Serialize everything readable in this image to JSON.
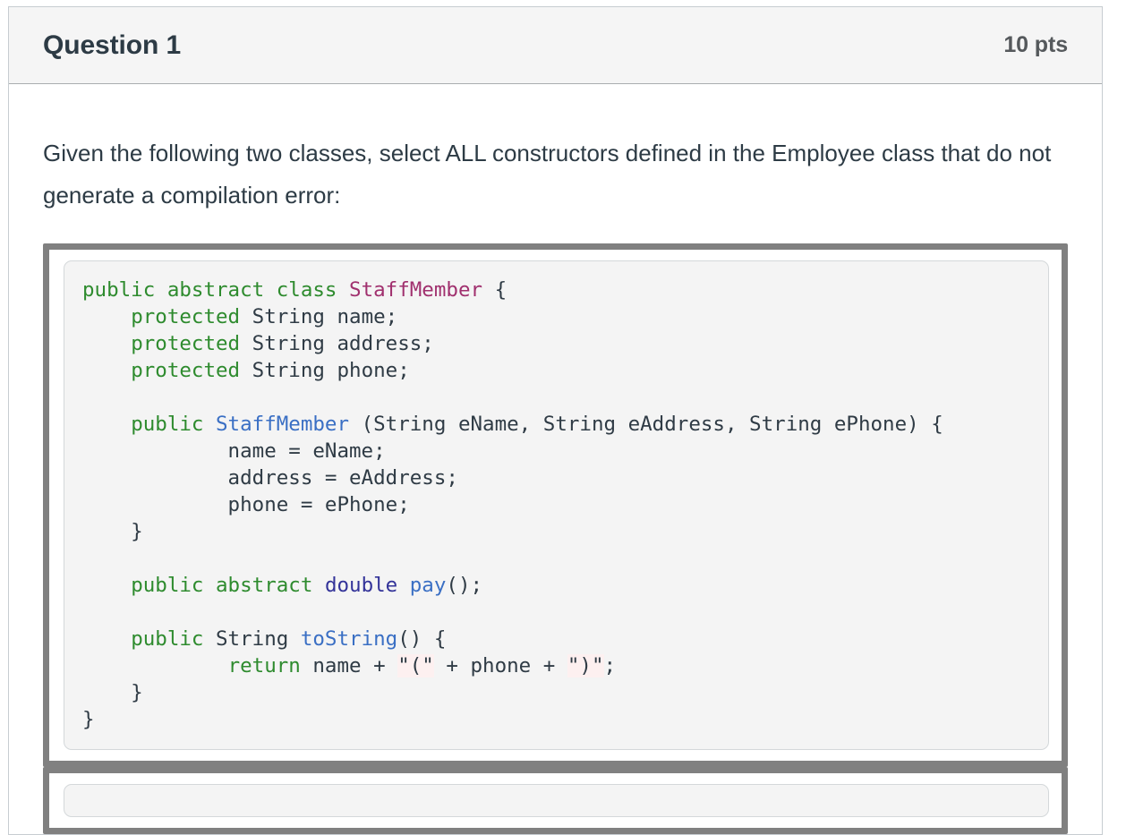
{
  "question": {
    "title": "Question 1",
    "points": "10 pts",
    "prompt": "Given the following two classes, select ALL constructors defined in the Employee class that do not generate a compilation error:"
  },
  "colors": {
    "header_bg": "#f5f5f5",
    "title_text": "#2D3B45",
    "points_text": "#55595c",
    "card_border": "#c7cdd1",
    "code_wrapper_border": "#808080",
    "code_bg": "#f4f4f4",
    "keyword": "#2E8B2E",
    "type": "#333399",
    "class_name": "#A0306E",
    "function_name": "#3A6FC4",
    "plain": "#2f3b45",
    "string_bg": "#fdf0f0"
  },
  "code_blocks": [
    {
      "name": "staffmember-class",
      "language": "java",
      "lines": [
        [
          {
            "t": "public",
            "c": "kw"
          },
          {
            "t": " ",
            "c": "pln"
          },
          {
            "t": "abstract",
            "c": "kw"
          },
          {
            "t": " ",
            "c": "pln"
          },
          {
            "t": "class",
            "c": "kw"
          },
          {
            "t": " ",
            "c": "pln"
          },
          {
            "t": "StaffMember",
            "c": "cls"
          },
          {
            "t": " {",
            "c": "pln"
          }
        ],
        [
          {
            "t": "    ",
            "c": "pln"
          },
          {
            "t": "protected",
            "c": "kw"
          },
          {
            "t": " String name;",
            "c": "pln"
          }
        ],
        [
          {
            "t": "    ",
            "c": "pln"
          },
          {
            "t": "protected",
            "c": "kw"
          },
          {
            "t": " String address;",
            "c": "pln"
          }
        ],
        [
          {
            "t": "    ",
            "c": "pln"
          },
          {
            "t": "protected",
            "c": "kw"
          },
          {
            "t": " String phone;",
            "c": "pln"
          }
        ],
        [
          {
            "t": "",
            "c": "pln"
          }
        ],
        [
          {
            "t": "    ",
            "c": "pln"
          },
          {
            "t": "public",
            "c": "kw"
          },
          {
            "t": " ",
            "c": "pln"
          },
          {
            "t": "StaffMember",
            "c": "fn"
          },
          {
            "t": " (String eName, String eAddress, String ePhone) {",
            "c": "pln"
          }
        ],
        [
          {
            "t": "            name = eName;",
            "c": "pln"
          }
        ],
        [
          {
            "t": "            address = eAddress;",
            "c": "pln"
          }
        ],
        [
          {
            "t": "            phone = ePhone;",
            "c": "pln"
          }
        ],
        [
          {
            "t": "    }",
            "c": "pln"
          }
        ],
        [
          {
            "t": "",
            "c": "pln"
          }
        ],
        [
          {
            "t": "    ",
            "c": "pln"
          },
          {
            "t": "public",
            "c": "kw"
          },
          {
            "t": " ",
            "c": "pln"
          },
          {
            "t": "abstract",
            "c": "kw"
          },
          {
            "t": " ",
            "c": "pln"
          },
          {
            "t": "double",
            "c": "typ"
          },
          {
            "t": " ",
            "c": "pln"
          },
          {
            "t": "pay",
            "c": "fn"
          },
          {
            "t": "();",
            "c": "pln"
          }
        ],
        [
          {
            "t": "",
            "c": "pln"
          }
        ],
        [
          {
            "t": "    ",
            "c": "pln"
          },
          {
            "t": "public",
            "c": "kw"
          },
          {
            "t": " String ",
            "c": "pln"
          },
          {
            "t": "toString",
            "c": "fn"
          },
          {
            "t": "() {",
            "c": "pln"
          }
        ],
        [
          {
            "t": "            ",
            "c": "pln"
          },
          {
            "t": "return",
            "c": "kw"
          },
          {
            "t": " name + ",
            "c": "pln"
          },
          {
            "t": "\"(\"",
            "c": "str"
          },
          {
            "t": " + phone + ",
            "c": "pln"
          },
          {
            "t": "\")\"",
            "c": "str"
          },
          {
            "t": ";",
            "c": "pln"
          }
        ],
        [
          {
            "t": "    }",
            "c": "pln"
          }
        ],
        [
          {
            "t": "}",
            "c": "pln"
          }
        ]
      ]
    },
    {
      "name": "employee-class-partial",
      "language": "java",
      "lines": []
    }
  ]
}
